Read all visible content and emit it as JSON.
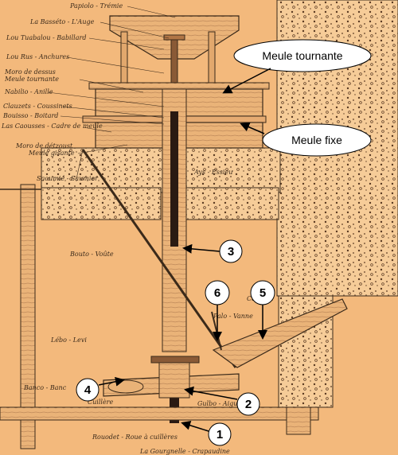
{
  "colors": {
    "background": "#f3b97c",
    "wood": "#e9b277",
    "stone": "#f6cc98",
    "ink": "#2b1d12",
    "shaft": "#2a1a12",
    "callout_fill": "#ffffff"
  },
  "callouts": {
    "meule_tournante": "Meule tournante",
    "meule_fixe": "Meule fixe"
  },
  "markers": [
    "1",
    "2",
    "3",
    "4",
    "5",
    "6"
  ],
  "labels": {
    "papiolo": "Papiolo - Trémie",
    "basseto": "La Basséto - L'Auge",
    "tuabalou": "Lou Tuabalou - Babillard",
    "rus": "Lou Rus - Anchures",
    "moro_dessus": "Moro de dessus",
    "moro_dessus_fr": "Meule tournante",
    "nabilio": "Nabilio - Anille",
    "clauzets": "Clauzets - Coussinets",
    "bouisso": "Bouisso - Boitard",
    "caousses": "Las Caousses - Cadre de meule",
    "moro_detzoust": "Moro de détzoust",
    "moro_detzoust_fr": "Meule gisante",
    "saoumie": "Saoumié - Saumier",
    "ays": "Ays - Essieu",
    "bouto": "Bouto - Voûte",
    "canelou": "Canelou",
    "palo": "Palo - Vanne",
    "lebo": "Lébo - Levi",
    "banco": "Banco - Banc",
    "cullere": "Cuillère",
    "gulbo": "Gulbo - Aiguille",
    "rouodet": "Rouodet - Roue à cuillères",
    "gourgnelle": "La Gourgnelle - Crapaudine"
  }
}
